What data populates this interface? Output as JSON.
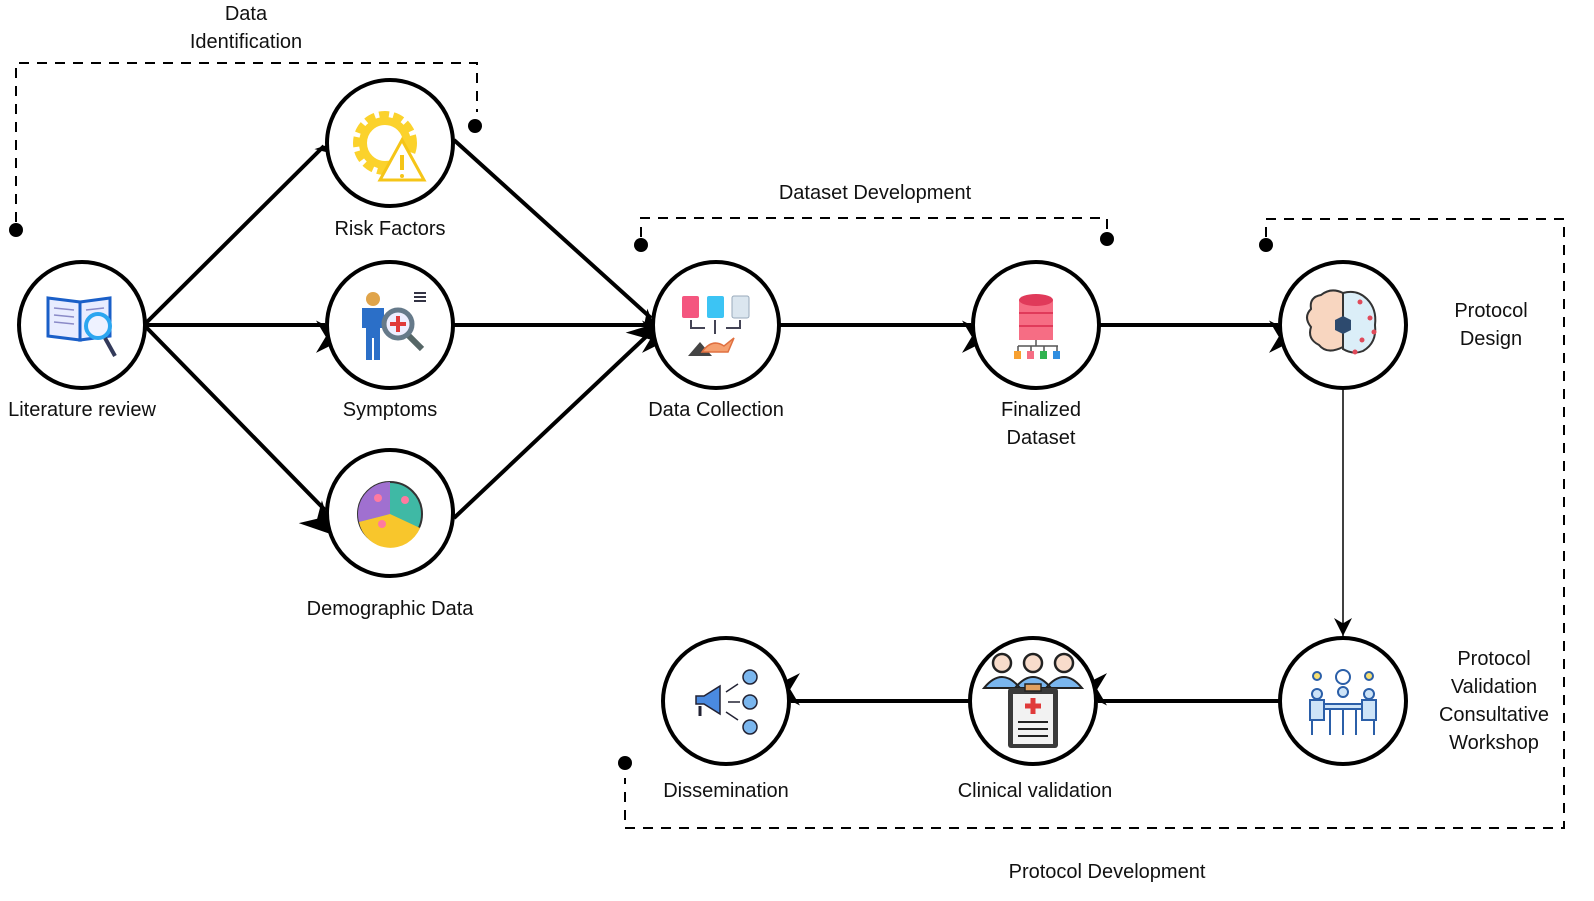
{
  "groups": {
    "data_identification": "Data\nIdentification",
    "dataset_development": "Dataset Development",
    "protocol_development": "Protocol Development"
  },
  "nodes": {
    "literature": "Literature review",
    "risk": "Risk Factors",
    "symptoms": "Symptoms",
    "demographic": "Demographic Data",
    "collection": "Data Collection",
    "finalized": "Finalized\nDataset",
    "design": "Protocol\nDesign",
    "workshop": "Protocol\nValidation\nConsultative\nWorkshop",
    "clinical": "Clinical validation",
    "dissemination": "Dissemination"
  },
  "icons": {
    "literature": "book-magnifier-icon",
    "risk": "gear-warning-icon",
    "symptoms": "person-medical-search-icon",
    "demographic": "demographic-pie-icon",
    "collection": "documents-collection-icon",
    "finalized": "database-icon",
    "design": "ai-brain-icon",
    "workshop": "meeting-table-icon",
    "clinical": "clipboard-team-icon",
    "dissemination": "megaphone-icon"
  }
}
